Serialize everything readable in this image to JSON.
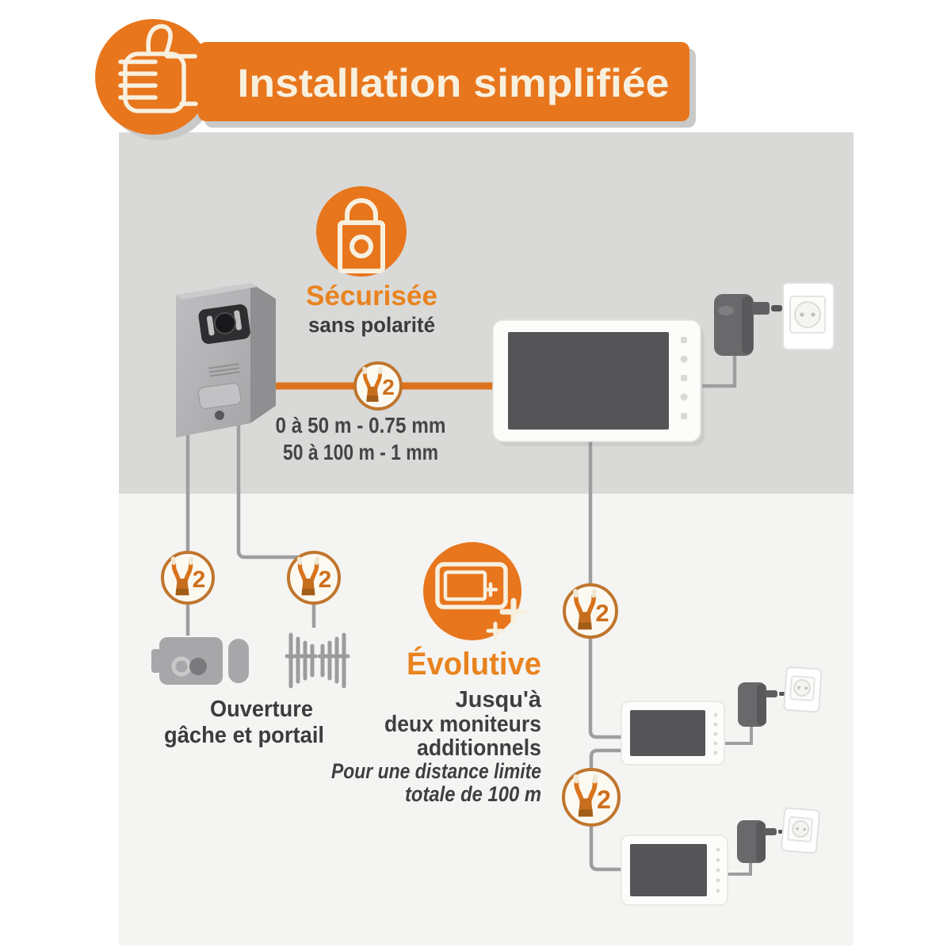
{
  "banner": {
    "title": "Installation simplifiée"
  },
  "secure": {
    "heading": "Sécurisée",
    "subheading": "sans polarité",
    "cable_spec": [
      "0 à 50 m - 0.75 mm",
      "50 à 100 m - 1 mm"
    ]
  },
  "opening": {
    "line1": "Ouverture",
    "line2": "gâche et portail"
  },
  "evolutive": {
    "heading": "Évolutive",
    "line1": "Jusqu'à",
    "line2": "deux moniteurs",
    "line3": "additionnels",
    "note1": "Pour une distance limite",
    "note2": "totale de 100 m"
  },
  "icons": {
    "wire_count": "2",
    "names": {
      "thumbs_up": "thumbs-up",
      "padlock": "padlock",
      "wire_pair": "two-wire-cable",
      "monitor_plus": "additional-monitor"
    }
  },
  "colors": {
    "orange": "#E8761D",
    "orange_text": "#E9831F",
    "cable_orange": "#DD731C",
    "panel_gray": "#D9D9D7",
    "panel_light": "#F4F4F2",
    "dark_text": "#3C3C3C",
    "wire_gray": "#9E9EA0"
  }
}
